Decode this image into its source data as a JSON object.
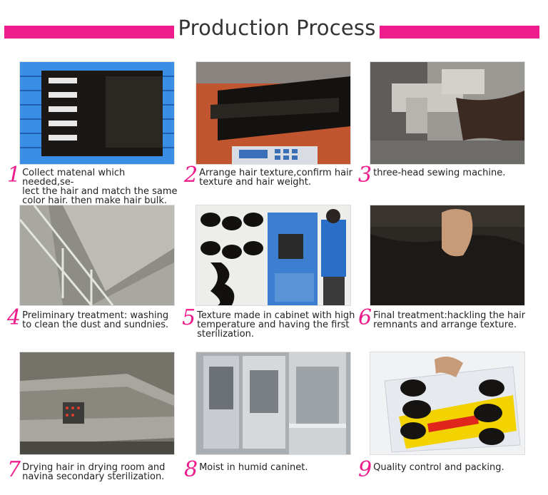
{
  "header": {
    "title": "Production Process",
    "accent_color": "#ee1c8c"
  },
  "steps": [
    {
      "number": "1",
      "text": "Collect matenal which needed,se-\nlect the hair and match the same\ncolor hair. then make hair bulk.",
      "photo": "blue crate of hair bundles"
    },
    {
      "number": "2",
      "text": "Arrange hair texture,confirm hair\ntexture and hair weight.",
      "photo": "hair on scale"
    },
    {
      "number": "3",
      "text": "three-head sewing machine.",
      "photo": "sewing machines"
    },
    {
      "number": "4",
      "text": "Preliminary treatment: washing\nto clean the dust and sundnies.",
      "photo": "washing tank"
    },
    {
      "number": "5",
      "text": "Texture made in cabinet with high\ntemperature and having the first\nsterilization.",
      "photo": "blue cabinet and worker"
    },
    {
      "number": "6",
      "text": "Final treatment:hackling the hair\nremnants and arrange texture.",
      "photo": "hand on wavy hair"
    },
    {
      "number": "7",
      "text": "Drying hair in drying room and\nnavina secondary sterilization.",
      "photo": "drying machine"
    },
    {
      "number": "8",
      "text": "Moist in humid caninet.",
      "photo": "steel humid cabinets"
    },
    {
      "number": "9",
      "text": "Quality control and packing.",
      "photo": "packed hair bundles"
    }
  ]
}
